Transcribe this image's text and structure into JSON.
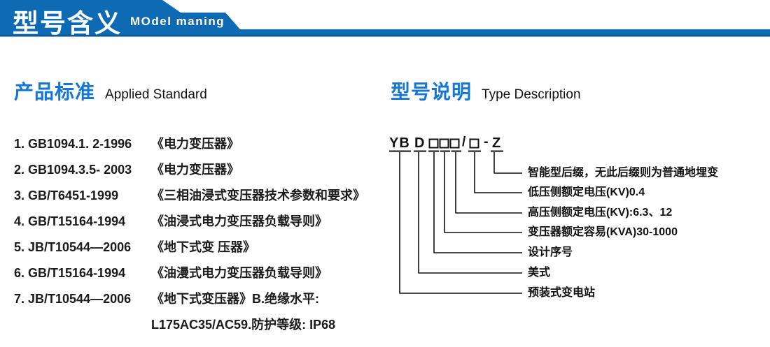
{
  "header": {
    "title": "型号含义",
    "subtitle": "MOdel maning"
  },
  "colors": {
    "banner_blue": "#0d6ab3",
    "banner_dark_stripe": "#0a5a9c",
    "section_heading_blue": "#1577d4",
    "body_text": "#1b1b1b"
  },
  "standards": {
    "heading": "产品标准",
    "heading_en": "Applied Standard",
    "items": [
      {
        "code": "1. GB1094.1. 2-1996",
        "desc": "《电力变压器》"
      },
      {
        "code": "2. GB1094.3.5- 2003",
        "desc": "《电力变压器》"
      },
      {
        "code": "3. GB/T6451-1999",
        "desc": "《三相油浸式变压器技术参数和要求》"
      },
      {
        "code": "4. GB/T15164-1994",
        "desc": "《油浸式电力变压器负载导则》"
      },
      {
        "code": "5. JB/T10544—2006",
        "desc": "《地下式变 压器》"
      },
      {
        "code": "6. GB/T15164-1994",
        "desc": "《油漫式电力变压器负载导则》"
      },
      {
        "code": "7. JB/T10544—2006",
        "desc": "《地下式变压器》B.绝缘水平:"
      },
      {
        "code": "",
        "desc": "L175AC35/AC59.防护等级: IP68"
      }
    ]
  },
  "model": {
    "heading": "型号说明",
    "heading_en": "Type Description",
    "code": {
      "prefix": "YB",
      "style": "D",
      "slash": "/",
      "dash": "-",
      "suffix": "Z"
    },
    "labels": [
      "智能型后缀，无此后缀则为普通地埋变",
      "低压侧额定电压(KV)0.4",
      "高压侧额定电压(KV):6.3、12",
      "变压器额定容易(KVA)30-1000",
      "设计序号",
      "美式",
      "预装式变电站"
    ]
  }
}
